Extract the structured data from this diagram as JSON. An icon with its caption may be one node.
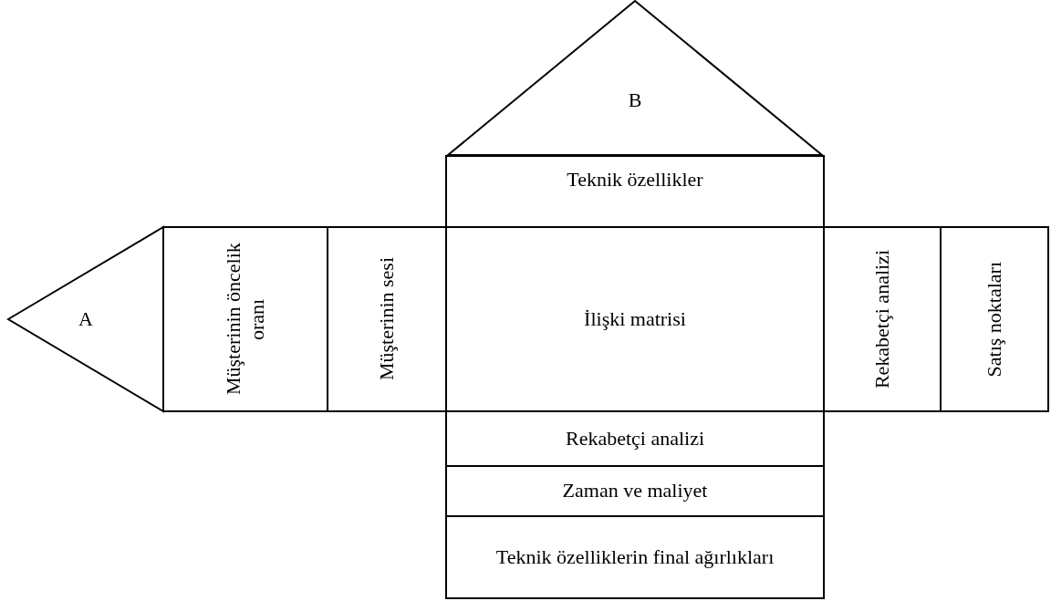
{
  "diagram": {
    "nodes": [
      {
        "text": [
          "B"
        ]
      },
      {
        "text": [
          "Teknik özellikler"
        ]
      },
      {
        "text": [
          "A"
        ]
      },
      {
        "text": [
          "Müşterinin öncelik oranı"
        ]
      },
      {
        "text": [
          "Müşterinin sesi"
        ]
      },
      {
        "text": [
          "İlişki matrisi"
        ]
      },
      {
        "text": [
          "Rekabetçi analizi"
        ]
      },
      {
        "text": [
          "Satış noktaları"
        ]
      },
      {
        "text": [
          "Rekabetçi analizi"
        ]
      },
      {
        "text": [
          "Zaman ve maliyet"
        ]
      },
      {
        "text": [
          "Teknik özelliklerin final ağırlıkları"
        ]
      }
    ],
    "edges": []
  }
}
